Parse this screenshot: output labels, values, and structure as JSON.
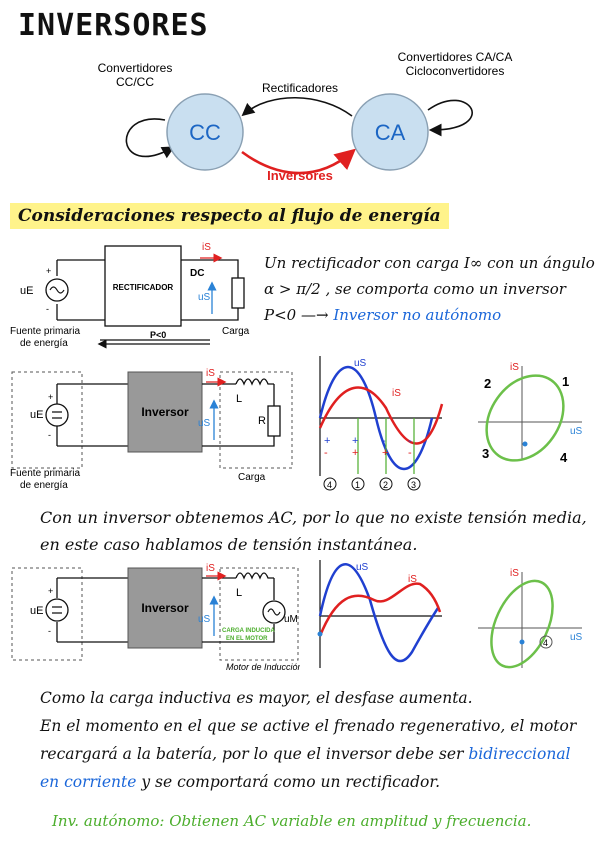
{
  "title": "INVERSORES",
  "flow": {
    "cc": "CC",
    "ca": "CA",
    "cc_loop": [
      "Convertidores",
      "CC/CC"
    ],
    "ca_loop": [
      "Convertidores CA/CA",
      "Cicloconvertidores"
    ],
    "rect": "Rectificadores",
    "inv": "Inversores"
  },
  "section_heading": "Consideraciones respecto al flujo de energía",
  "circuit1": {
    "ue": "uE",
    "box": "RECTIFICADOR",
    "dc": "DC",
    "is": "iS",
    "us": "uS",
    "load": "Carga",
    "source": [
      "Fuente primaria",
      "de energía"
    ],
    "power": "P<0"
  },
  "note1": {
    "line1": "Un rectificador con carga I∞ con un ángulo",
    "line2": "α > π/2 , se comporta como un inversor",
    "line3_a": "P<0 —→",
    "line3_b": "Inversor no autónomo"
  },
  "circuit2": {
    "ue": "uE",
    "box": "Inversor",
    "is": "iS",
    "us": "uS",
    "l": "L",
    "r": "R",
    "load": "Carga",
    "source": [
      "Fuente primaria",
      "de energía"
    ]
  },
  "wave2": {
    "us": "uS",
    "is": "iS",
    "signs_us": [
      "+",
      "+",
      "-",
      "-"
    ],
    "signs_is": [
      "-",
      "+",
      "+",
      "-"
    ],
    "quadrants": [
      "4",
      "1",
      "2",
      "3"
    ]
  },
  "ellipse2": {
    "is": "iS",
    "us": "uS",
    "q": [
      "1",
      "2",
      "3",
      "4"
    ]
  },
  "paragraph1": {
    "line1": "Con un inversor obtenemos AC, por lo que no existe tensión media,",
    "line2": "en este caso hablamos de tensión instantánea."
  },
  "circuit3": {
    "ue": "uE",
    "box": "Inversor",
    "is": "iS",
    "us": "uS",
    "l": "L",
    "um": "uM",
    "green_note": [
      "CARGA INDUCIDA",
      "EN EL MOTOR"
    ],
    "load": "Motor de Inducción"
  },
  "wave3": {
    "us": "uS",
    "is": "iS"
  },
  "ellipse3": {
    "is": "iS",
    "us": "uS",
    "q": "4"
  },
  "paragraph2": {
    "line1": "Como la carga inductiva es mayor, el desfase aumenta.",
    "line2": "En el momento en el que se active el frenado regenerativo, el motor",
    "line3": "recargará a la batería, por lo que el inversor debe ser",
    "line3_blue": "bidireccional",
    "line4_blue": "en corriente",
    "line4": "y se comportará como un rectificador."
  },
  "footer": "Inv. autónomo: Obtienen AC variable en amplitud y frecuencia."
}
